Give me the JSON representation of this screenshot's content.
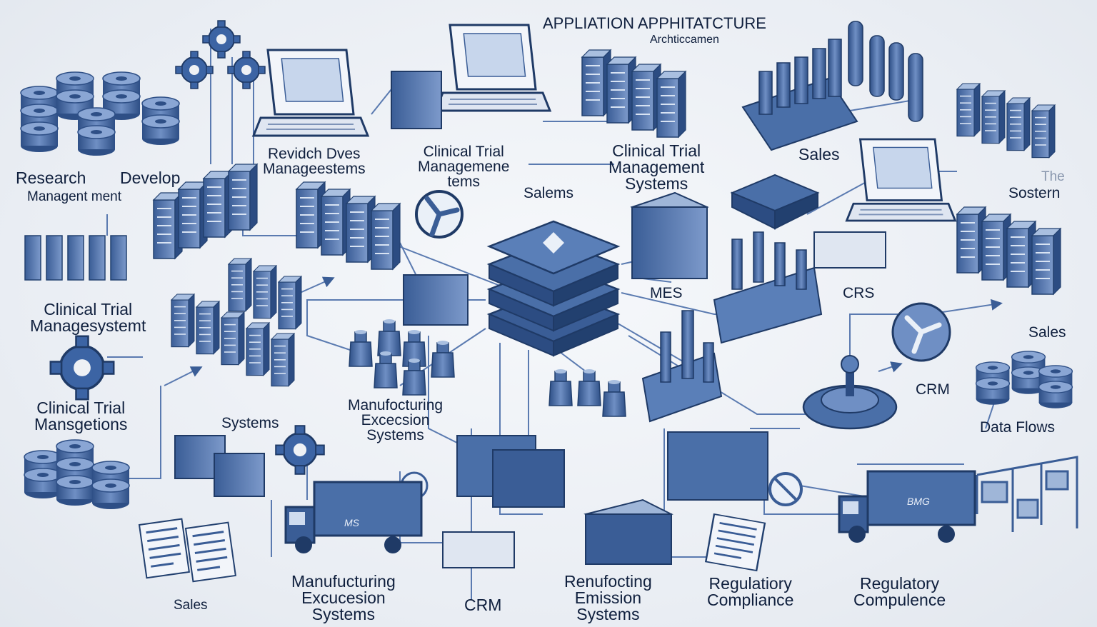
{
  "title": {
    "line1": "APPLIATION APPHITATCTURE",
    "line2": "Archticcamen"
  },
  "labels": {
    "research": "Research",
    "develop": "Develop",
    "research_sub": "Managent ment",
    "revidch_1": "Revidch Dves",
    "revidch_2": "Manageestems",
    "ctms_top_1": "Clinical Trial",
    "ctms_top_2": "Managemene",
    "ctms_top_3": "tems",
    "salems": "Salems",
    "ctms_right_1": "Clinical Trial",
    "ctms_right_2": "Management",
    "ctms_right_3": "Systems",
    "sales_top": "Sales",
    "the": "The",
    "sostern": "Sostern",
    "ctm_left_1": "Clinical Trial",
    "ctm_left_2": "Managesystemt",
    "mes": "MES",
    "crs": "CRS",
    "sales_right": "Sales",
    "crm_right": "CRM",
    "data_flows": "Data Flows",
    "ctm_left2_1": "Clinical Trial",
    "ctm_left2_2": "Mansgetions",
    "systems": "Systems",
    "mes_center_1": "Manufocturing",
    "mes_center_2": "Excecsion",
    "mes_center_3": "Systems",
    "sales_bottom": "Sales",
    "mes_bottom_1": "Manufucturing",
    "mes_bottom_2": "Excucesion",
    "mes_bottom_3": "Systems",
    "crm_bottom": "CRM",
    "ren_1": "Renufocting",
    "ren_2": "Emission",
    "ren_3": "Systems",
    "reg1_1": "Regulatiory",
    "reg1_2": "Compliance",
    "reg2_1": "Regulatory",
    "reg2_2": "Compulence"
  },
  "truck_labels": {
    "left": "MS",
    "right": "BMG"
  },
  "colors": {
    "ink": "#0f1f3d",
    "primary": "#4a6fa8",
    "dark": "#2b4a7e",
    "light": "#9fb6d8",
    "line": "#5a7ab0"
  }
}
